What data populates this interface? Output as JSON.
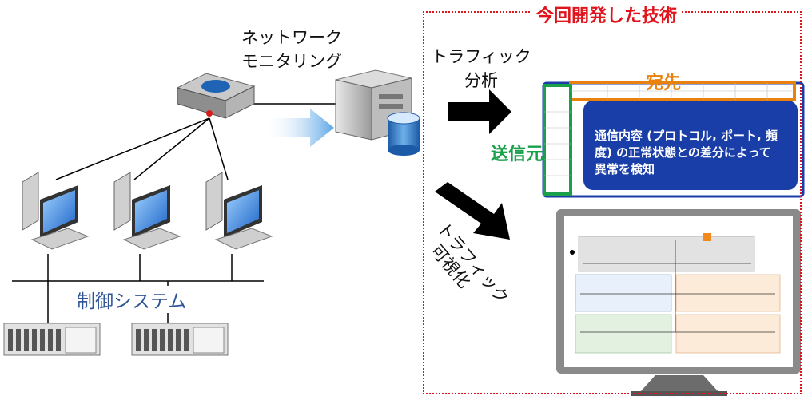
{
  "network_monitoring": {
    "line1": "ネットワーク",
    "line2": "モニタリング"
  },
  "developed_tech": {
    "title": "今回開発した技術"
  },
  "traffic_analysis": {
    "line1": "トラフィック",
    "line2": "分析"
  },
  "traffic_visualization": {
    "line1": "トラフィック",
    "line2": "可視化"
  },
  "control_system": {
    "label": "制御システム"
  },
  "matrix": {
    "sender_label": "送信元",
    "destination_label": "宛先",
    "detection_text": "通信内容 (プロトコル, ポート, 頻度) の正常状態との差分によって異常を検知"
  },
  "colors": {
    "accent_red": "#e0141c",
    "green": "#1aa04a",
    "orange": "#e8820c",
    "navy": "#1a3ea8",
    "system_blue": "#2f5597"
  },
  "icons": [
    "router-icon",
    "server-icon",
    "database-icon",
    "workstation-icon",
    "plc-icon",
    "monitor-icon",
    "arrow-icon"
  ]
}
